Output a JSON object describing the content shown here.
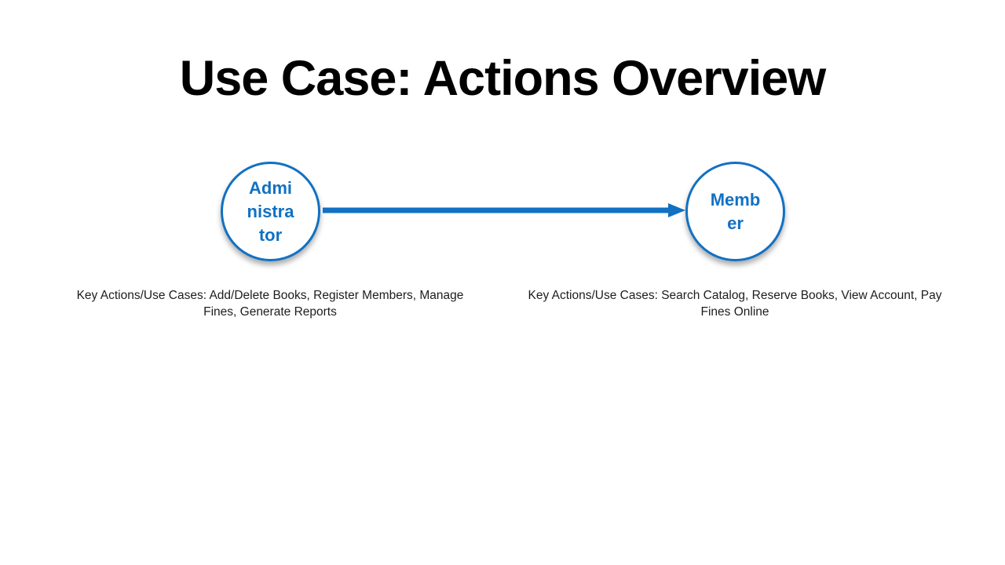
{
  "slide": {
    "title": "Use Case: Actions Overview",
    "background": "#ffffff"
  },
  "colors": {
    "accent_blue": "#1171c3",
    "title_text": "#000000",
    "body_text": "#1d1d1d"
  },
  "actors": [
    {
      "name": "Administrator",
      "label_lines": [
        "Admi",
        "nistra",
        "tor"
      ],
      "description": "Key Actions/Use Cases: Add/Delete Books, Register Members, Manage Fines, Generate Reports"
    },
    {
      "name": "Member",
      "label_lines": [
        "Memb",
        "er"
      ],
      "description": "Key Actions/Use Cases: Search Catalog, Reserve Books, View Account, Pay Fines Online"
    }
  ],
  "connector": {
    "from": "Administrator",
    "to": "Member",
    "style": "solid-arrow",
    "color": "#1171c3"
  }
}
